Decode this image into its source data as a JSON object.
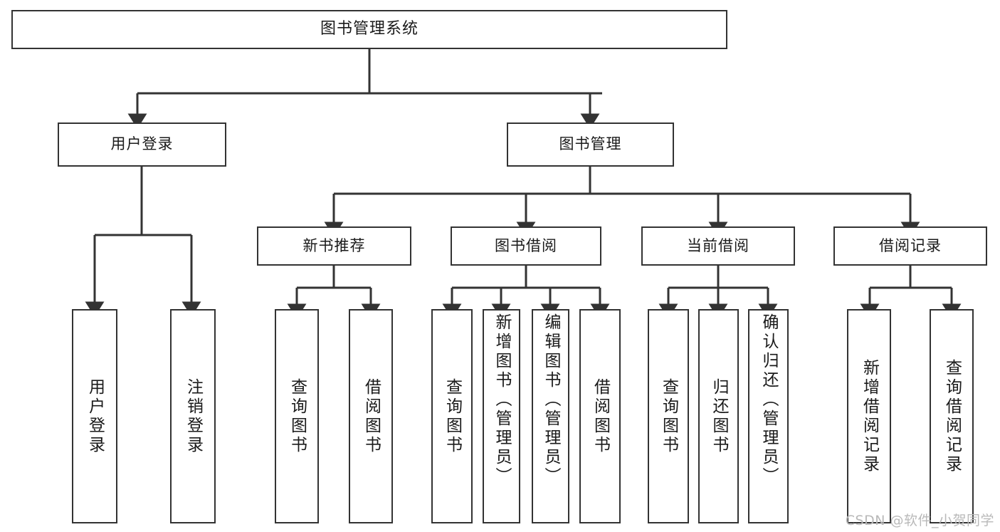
{
  "diagram": {
    "title": "图书管理系统",
    "type": "tree",
    "background_color": "#ffffff",
    "line_color": "#333333",
    "text_color": "#1a1a1a"
  },
  "nodes": {
    "root": {
      "label": "图书管理系统",
      "level": 0
    },
    "user_login": {
      "label": "用户登录",
      "level": 1
    },
    "book_manage": {
      "label": "图书管理",
      "level": 1
    },
    "new_book_rec": {
      "label": "新书推荐",
      "level": 2
    },
    "book_borrow": {
      "label": "图书借阅",
      "level": 2
    },
    "current_borrow": {
      "label": "当前借阅",
      "level": 2
    },
    "borrow_record": {
      "label": "借阅记录",
      "level": 2
    },
    "leaf_user_login": {
      "label": "用户登录",
      "level": 2
    },
    "leaf_logout": {
      "label": "注销登录",
      "level": 2
    },
    "leaf_query_book_a": {
      "label": "查询图书",
      "level": 3
    },
    "leaf_borrow_book_a": {
      "label": "借阅图书",
      "level": 3
    },
    "leaf_query_book_b": {
      "label": "查询图书",
      "level": 3
    },
    "leaf_add_book": {
      "label": "新增图书（管理员）",
      "level": 3
    },
    "leaf_edit_book": {
      "label": "编辑图书（管理员）",
      "level": 3
    },
    "leaf_borrow_book_b": {
      "label": "借阅图书",
      "level": 3
    },
    "leaf_query_book_c": {
      "label": "查询图书",
      "level": 3
    },
    "leaf_return_book": {
      "label": "归还图书",
      "level": 3
    },
    "leaf_confirm_return": {
      "label": "确认归还（管理员）",
      "level": 3
    },
    "leaf_add_record": {
      "label": "新增借阅记录",
      "level": 3
    },
    "leaf_query_record": {
      "label": "查询借阅记录",
      "level": 3
    }
  },
  "watermark": {
    "text": "CSDN @软件_小贺同学"
  }
}
